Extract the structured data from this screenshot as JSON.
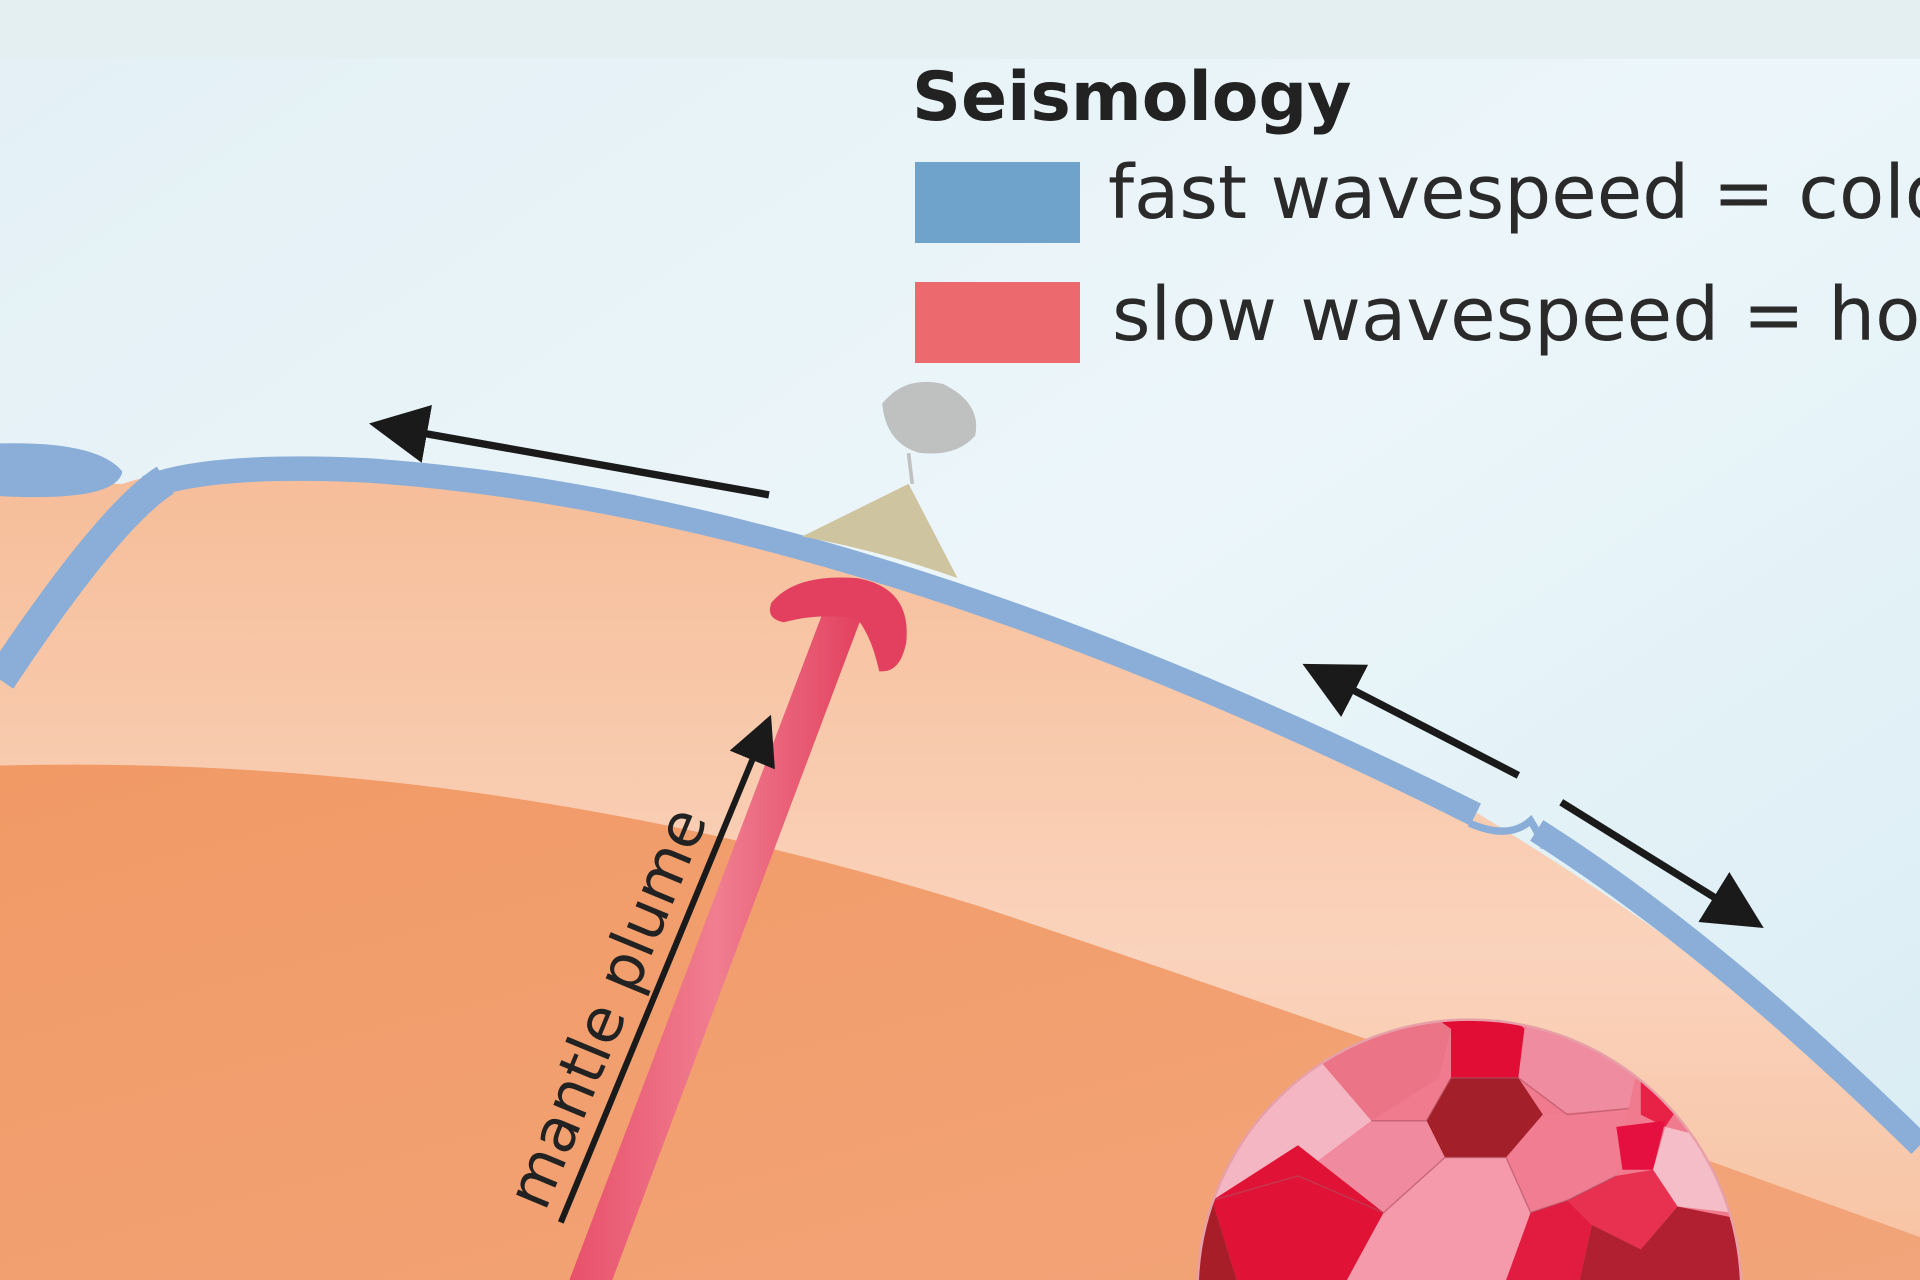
{
  "legend": {
    "title": "Seismology",
    "items": [
      {
        "label": "fast wavespeed = cold",
        "color": "#6fa3cc"
      },
      {
        "label": "slow wavespeed = hot",
        "color": "#ec6a6e"
      }
    ]
  },
  "labels": {
    "plume": "mantle plume"
  },
  "colors": {
    "crust": "#8aaed8",
    "upper_mantle": "#f8c8a8",
    "lower_mantle": "#f0955f",
    "plume": "#e8506a",
    "volcano": "#cfc4a0"
  }
}
